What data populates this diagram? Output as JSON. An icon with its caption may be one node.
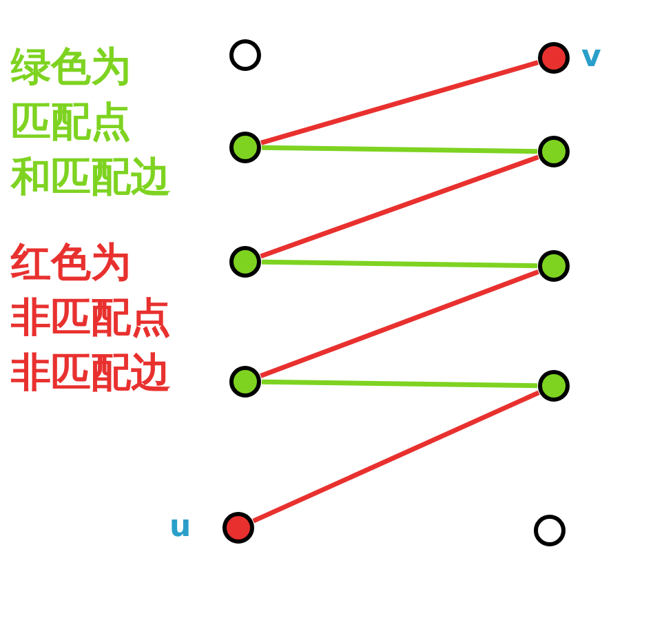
{
  "diagram": {
    "nodes": [
      {
        "text": [],
        "shape": "circle"
      },
      {
        "text": [],
        "shape": "circle"
      },
      {
        "text": [],
        "shape": "circle"
      },
      {
        "text": [],
        "shape": "circle"
      },
      {
        "text": [],
        "shape": "circle",
        "beside": [
          "u"
        ]
      },
      {
        "text": [],
        "shape": "circle",
        "beside": [
          "v"
        ]
      },
      {
        "text": [],
        "shape": "circle"
      },
      {
        "text": [],
        "shape": "circle"
      },
      {
        "text": [],
        "shape": "circle"
      },
      {
        "text": [],
        "shape": "circle"
      }
    ],
    "edges": [
      {
        "from": 1,
        "to": 5,
        "arrow": "none"
      },
      {
        "from": 1,
        "to": 6,
        "arrow": "none",
        "color": "#7ed321"
      },
      {
        "from": 6,
        "to": 2,
        "arrow": "none"
      },
      {
        "from": 2,
        "to": 7,
        "arrow": "none",
        "color": "#7ed321"
      },
      {
        "from": 7,
        "to": 3,
        "arrow": "none"
      },
      {
        "from": 3,
        "to": 8,
        "arrow": "none",
        "color": "#7ed321"
      },
      {
        "from": 8,
        "to": 4,
        "arrow": "none"
      }
    ],
    "labels": [
      "绿色为匹配点和匹配边",
      "红色为非匹配点非匹配边"
    ]
  }
}
